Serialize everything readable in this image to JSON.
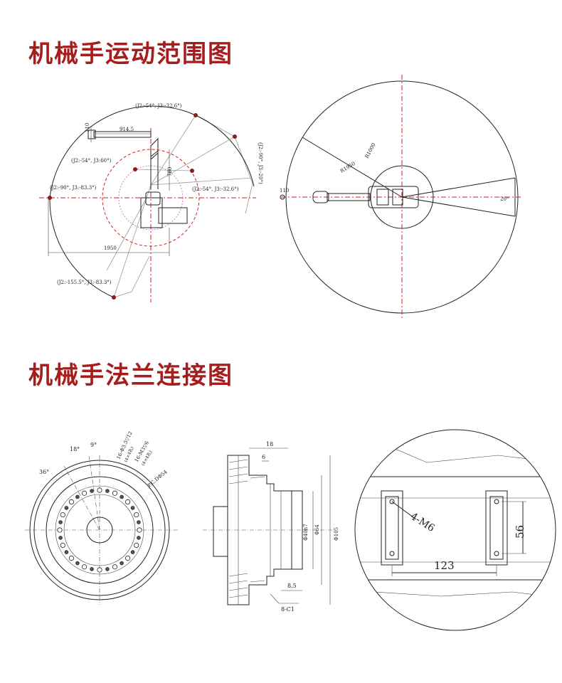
{
  "sections": {
    "motion_title": "机械手运动范围图",
    "flange_title": "机械手法兰连接图"
  },
  "side_view": {
    "labels": {
      "top_pose": "(J2:-54°, J3:-32.6°)",
      "mid_pose": "(J2:-54°, J3:60°)",
      "left_pose": "(J2:-90°, J3:-83.3°)",
      "right_pose": "(J2:-54°, J3:-32.6°)",
      "bottom_pose": "(J2:-155.5°, J3:-83.3°)",
      "vertical_pose": "(J2:-90°, J3:-20°)"
    },
    "dims": {
      "d110": "110",
      "d914": "914.5",
      "d780": "780",
      "d1950": "1950"
    }
  },
  "top_view": {
    "dims": {
      "r1000": "R1000",
      "r1950": "R1950",
      "d110": "110",
      "angle": "20°"
    }
  },
  "flange_face": {
    "angles": {
      "a36": "36°",
      "a18": "18°",
      "a9": "9°"
    },
    "holes": {
      "h1": "16-Φ3.5▽12",
      "h1_eq": "(4×4孔)",
      "h2": "16-M3▽6",
      "h2_eq": "(4×4孔)",
      "pcd": "P.C.DΦ54"
    }
  },
  "flange_section": {
    "dims": {
      "d18": "18",
      "d6": "6",
      "d8_5": "8.5",
      "chamfer": "8-C1",
      "d40h7": "Φ40h7",
      "d64": "Φ64",
      "d105": "Φ105"
    }
  },
  "detail_view": {
    "dims": {
      "holes": "4-M6",
      "width": "123",
      "height": "56"
    }
  }
}
